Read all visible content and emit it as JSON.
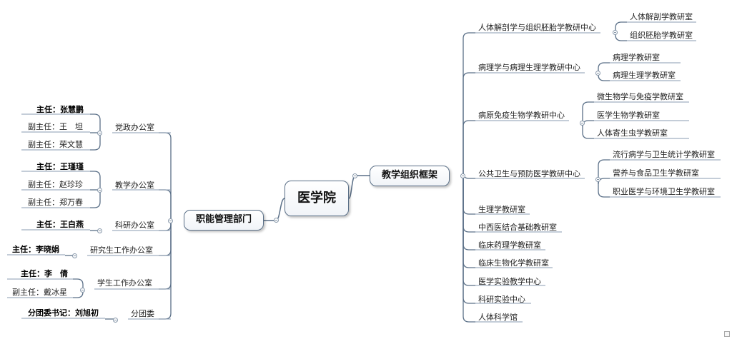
{
  "root": "医学院",
  "right_branch": {
    "title": "教学组织框架",
    "centers": [
      {
        "name": "人体解剖学与组织胚胎学教研中心",
        "children": [
          "人体解剖学教研室",
          "组织胚胎学教研室"
        ]
      },
      {
        "name": "病理学与病理生理学教研中心",
        "children": [
          "病理学教研室",
          "病理生理学教研室"
        ]
      },
      {
        "name": "病原免疫生物学教研中心",
        "children": [
          "微生物学与免疫学教研室",
          "医学生物学教研室",
          "人体寄生虫学教研室"
        ]
      },
      {
        "name": "公共卫生与预防医学教研中心",
        "children": [
          "流行病学与卫生统计学教研室",
          "营养与食品卫生学教研室",
          "职业医学与环境卫生学教研室"
        ]
      }
    ],
    "units": [
      "生理学教研室",
      "中西医结合基础教研室",
      "临床药理学教研室",
      "临床生物化学教研室",
      "医学实验教学中心",
      "科研实验中心",
      "人体科学馆"
    ]
  },
  "left_branch": {
    "title": "职能管理部门",
    "offices": [
      {
        "name": "党政办公室",
        "staff": [
          "主任：张慧鹏",
          "副主任：王　坦",
          "副主任：荣文慧"
        ]
      },
      {
        "name": "教学办公室",
        "staff": [
          "主任：王瑾瑾",
          "副主任：赵珍珍",
          "副主任：郑万春"
        ]
      },
      {
        "name": "科研办公室",
        "staff": [
          "主任：王白燕"
        ]
      },
      {
        "name": "研究生工作办公室",
        "staff": [
          "主任：李晓娟"
        ]
      },
      {
        "name": "学生工作办公室",
        "staff": [
          "主任：李　倩",
          "副主任：戴冰星"
        ]
      },
      {
        "name": "分团委",
        "staff": [
          "分团委书记：刘旭初"
        ]
      }
    ]
  },
  "colors": {
    "line": "#5a6f87",
    "underline": "#8a9bb0"
  }
}
